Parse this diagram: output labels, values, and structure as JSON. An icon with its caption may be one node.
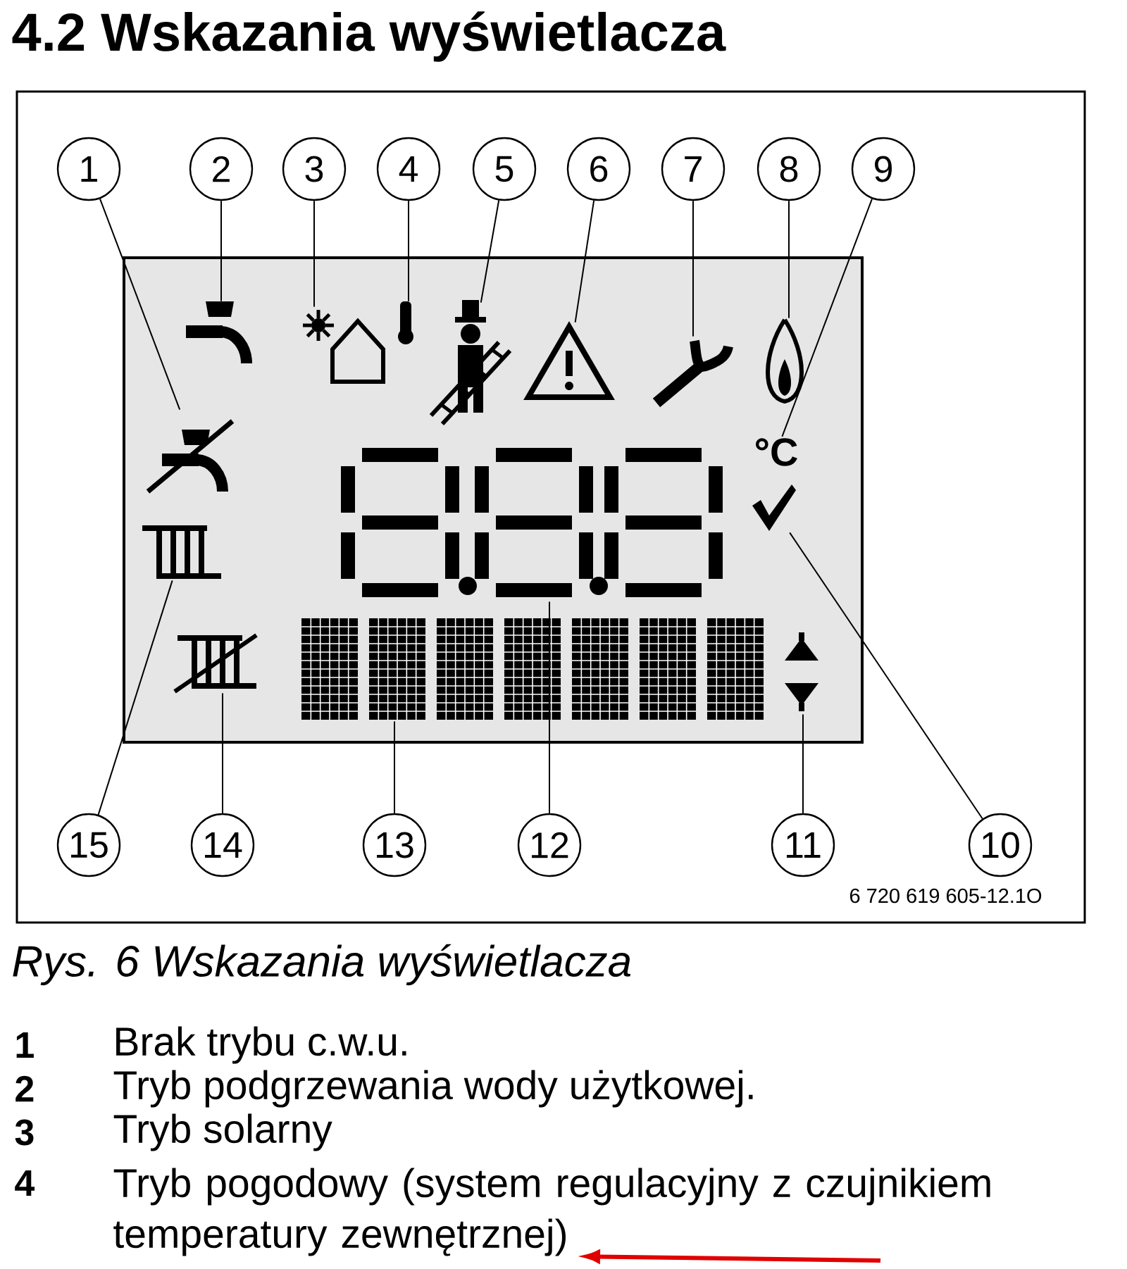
{
  "diagram": {
    "title": "4.2 Wskazania wyświetlacza",
    "caption": "Rys. 6 Wskazania wyświetlacza",
    "nodes": [
      {
        "text": [],
        "shape": "box"
      },
      {
        "text": [],
        "shape": "picture",
        "in": 0
      },
      {
        "text": [],
        "shape": "picture",
        "in": 0
      },
      {
        "text": [],
        "shape": "picture",
        "in": 0
      },
      {
        "text": [],
        "shape": "picture",
        "in": 0
      },
      {
        "text": [],
        "shape": "picture",
        "in": 0
      },
      {
        "text": [],
        "shape": "picture",
        "in": 0
      },
      {
        "text": [],
        "shape": "picture",
        "in": 0
      },
      {
        "text": [],
        "shape": "picture",
        "in": 0
      },
      {
        "text": [
          "°C"
        ],
        "in": 0
      },
      {
        "text": [],
        "shape": "picture",
        "in": 0
      },
      {
        "text": [],
        "shape": "picture",
        "in": 0
      },
      {
        "text": [],
        "shape": "picture",
        "in": 0
      },
      {
        "text": [],
        "shape": "picture",
        "in": 0
      },
      {
        "text": [],
        "shape": "picture",
        "in": 0
      },
      {
        "text": [],
        "shape": "picture",
        "in": 0
      },
      {
        "text": [
          "1"
        ]
      },
      {
        "text": [
          "2"
        ]
      },
      {
        "text": [
          "3"
        ]
      },
      {
        "text": [
          "4"
        ]
      },
      {
        "text": [
          "5"
        ]
      },
      {
        "text": [
          "6"
        ]
      },
      {
        "text": [
          "7"
        ]
      },
      {
        "text": [
          "8"
        ]
      },
      {
        "text": [
          "9"
        ]
      },
      {
        "text": [
          "10"
        ]
      },
      {
        "text": [
          "11"
        ]
      },
      {
        "text": [
          "12"
        ]
      },
      {
        "text": [
          "13"
        ]
      },
      {
        "text": [
          "14"
        ]
      },
      {
        "text": [
          "15"
        ]
      },
      {
        "text": [
          "Tryb pogodowy (system regulacyjny z czujnikiem temperatury zewnętrznej)"
        ]
      }
    ],
    "edges": [
      {
        "from": 16,
        "to": 1,
        "arrow": "none"
      },
      {
        "from": 17,
        "to": 2,
        "arrow": "none"
      },
      {
        "from": 18,
        "to": 3,
        "arrow": "none"
      },
      {
        "from": 19,
        "to": 4,
        "arrow": "none"
      },
      {
        "from": 20,
        "to": 5,
        "arrow": "none"
      },
      {
        "from": 21,
        "to": 6,
        "arrow": "none"
      },
      {
        "from": 22,
        "to": 7,
        "arrow": "none"
      },
      {
        "from": 23,
        "to": 8,
        "arrow": "none"
      },
      {
        "from": 24,
        "to": 9,
        "arrow": "none"
      },
      {
        "from": 25,
        "to": 10,
        "arrow": "none"
      },
      {
        "from": 26,
        "to": 11,
        "arrow": "none"
      },
      {
        "from": 27,
        "to": 12,
        "arrow": "none"
      },
      {
        "from": 28,
        "to": 13,
        "arrow": "none"
      },
      {
        "from": 29,
        "to": 14,
        "arrow": "none"
      },
      {
        "from": 30,
        "to": 15,
        "arrow": "none"
      },
      {
        "from": null,
        "to": 31,
        "arrow": "to",
        "style": "thick",
        "color": "#e00000"
      }
    ],
    "labels": [
      "6 720 619 605-12.1O",
      "1",
      "Brak trybu c.w.u.",
      "2",
      "Tryb podgrzewania wody użytkowej.",
      "3",
      "Tryb solarny",
      "4"
    ]
  }
}
